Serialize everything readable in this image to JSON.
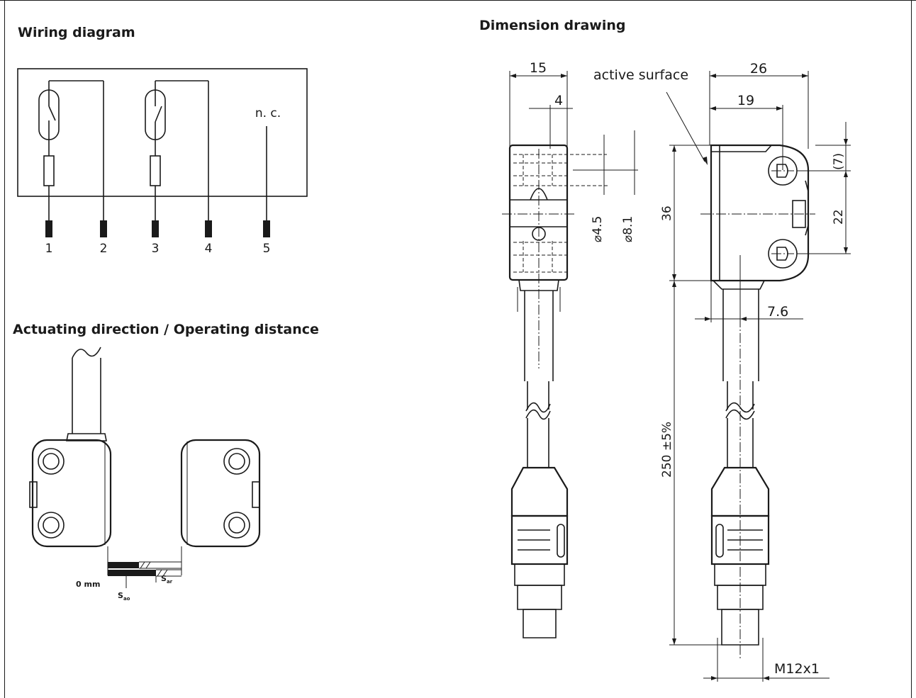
{
  "sections": {
    "wiring_title": "Wiring diagram",
    "actuating_title": "Actuating direction / Operating distance",
    "dimension_title": "Dimension drawing"
  },
  "wiring": {
    "pins": [
      "1",
      "2",
      "3",
      "4",
      "5"
    ],
    "nc_label": "n. c."
  },
  "actuating": {
    "zero_label": "0 mm",
    "sao_main": "S",
    "sao_sub": "ao",
    "sar_main": "S",
    "sar_sub": "ar"
  },
  "dimension": {
    "active_surface": "active surface",
    "d15": "15",
    "d4": "4",
    "d26": "26",
    "d19": "19",
    "d7": "(7)",
    "d22": "22",
    "d36": "36",
    "dia45": "⌀4.5",
    "dia81": "⌀8.1",
    "d76": "7.6",
    "d250": "250 ±5%",
    "thread": "M12x1"
  }
}
